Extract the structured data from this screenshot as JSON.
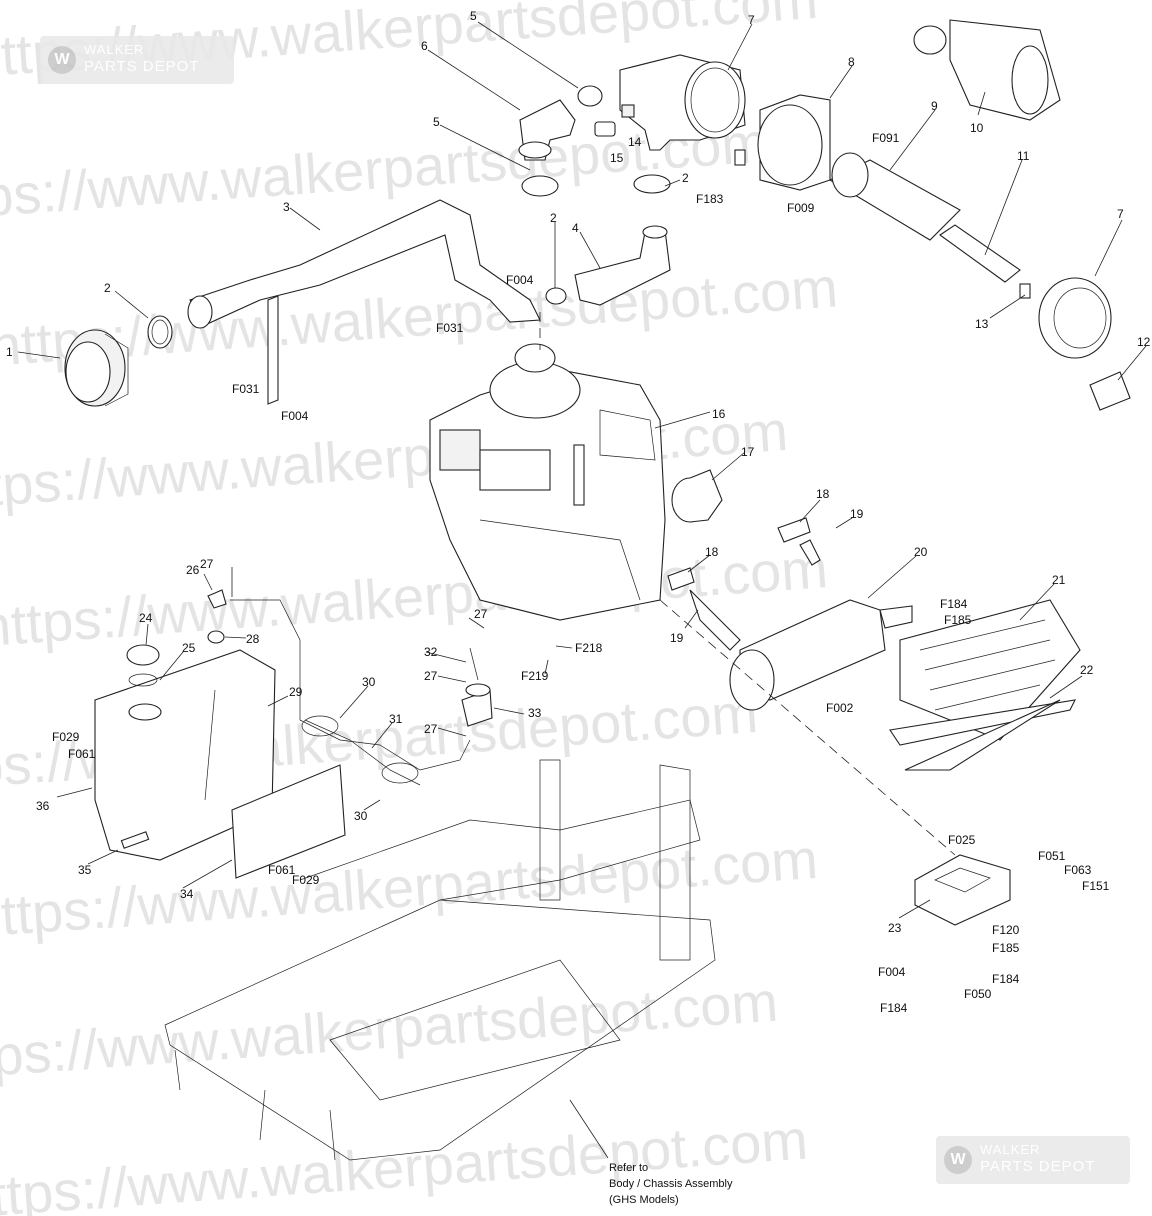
{
  "watermark": {
    "url_text": "https://www.walkerpartsdepot.com",
    "logo_line1": "WALKER",
    "logo_line2": "PARTS DEPOT",
    "logo_glyph": "W"
  },
  "note": {
    "line1": "Refer to",
    "line2": "Body / Chassis Assembly",
    "line3": "(GHS Models)"
  },
  "callouts": {
    "c1": "1",
    "c2a": "2",
    "c2b": "2",
    "c2c": "2",
    "c3": "3",
    "c4": "4",
    "c5a": "5",
    "c5b": "5",
    "c6": "6",
    "c7a": "7",
    "c7b": "7",
    "c8": "8",
    "c9": "9",
    "c10": "10",
    "c11": "11",
    "c12": "12",
    "c13": "13",
    "c14": "14",
    "c15": "15",
    "c16": "16",
    "c17": "17",
    "c18a": "18",
    "c18b": "18",
    "c19a": "19",
    "c19b": "19",
    "c20": "20",
    "c21": "21",
    "c22": "22",
    "c23": "23",
    "c24": "24",
    "c25": "25",
    "c26": "26",
    "c27a": "27",
    "c27b": "27",
    "c27c": "27",
    "c27d": "27",
    "c28": "28",
    "c29": "29",
    "c30a": "30",
    "c30b": "30",
    "c31": "31",
    "c32": "32",
    "c33": "33",
    "c34": "34",
    "c35": "35",
    "c36": "36",
    "f004a": "F004",
    "f004b": "F004",
    "f004c": "F004",
    "f031a": "F031",
    "f031b": "F031",
    "f091": "F091",
    "f183": "F183",
    "f009": "F009",
    "f184a": "F184",
    "f185a": "F185",
    "f002": "F002",
    "f025": "F025",
    "f051": "F051",
    "f063": "F063",
    "f151": "F151",
    "f120": "F120",
    "f185b": "F185",
    "f184b": "F184",
    "f050": "F050",
    "f184c": "F184",
    "f218": "F218",
    "f219": "F219",
    "f029a": "F029",
    "f061a": "F061",
    "f061b": "F061",
    "f029b": "F029"
  }
}
